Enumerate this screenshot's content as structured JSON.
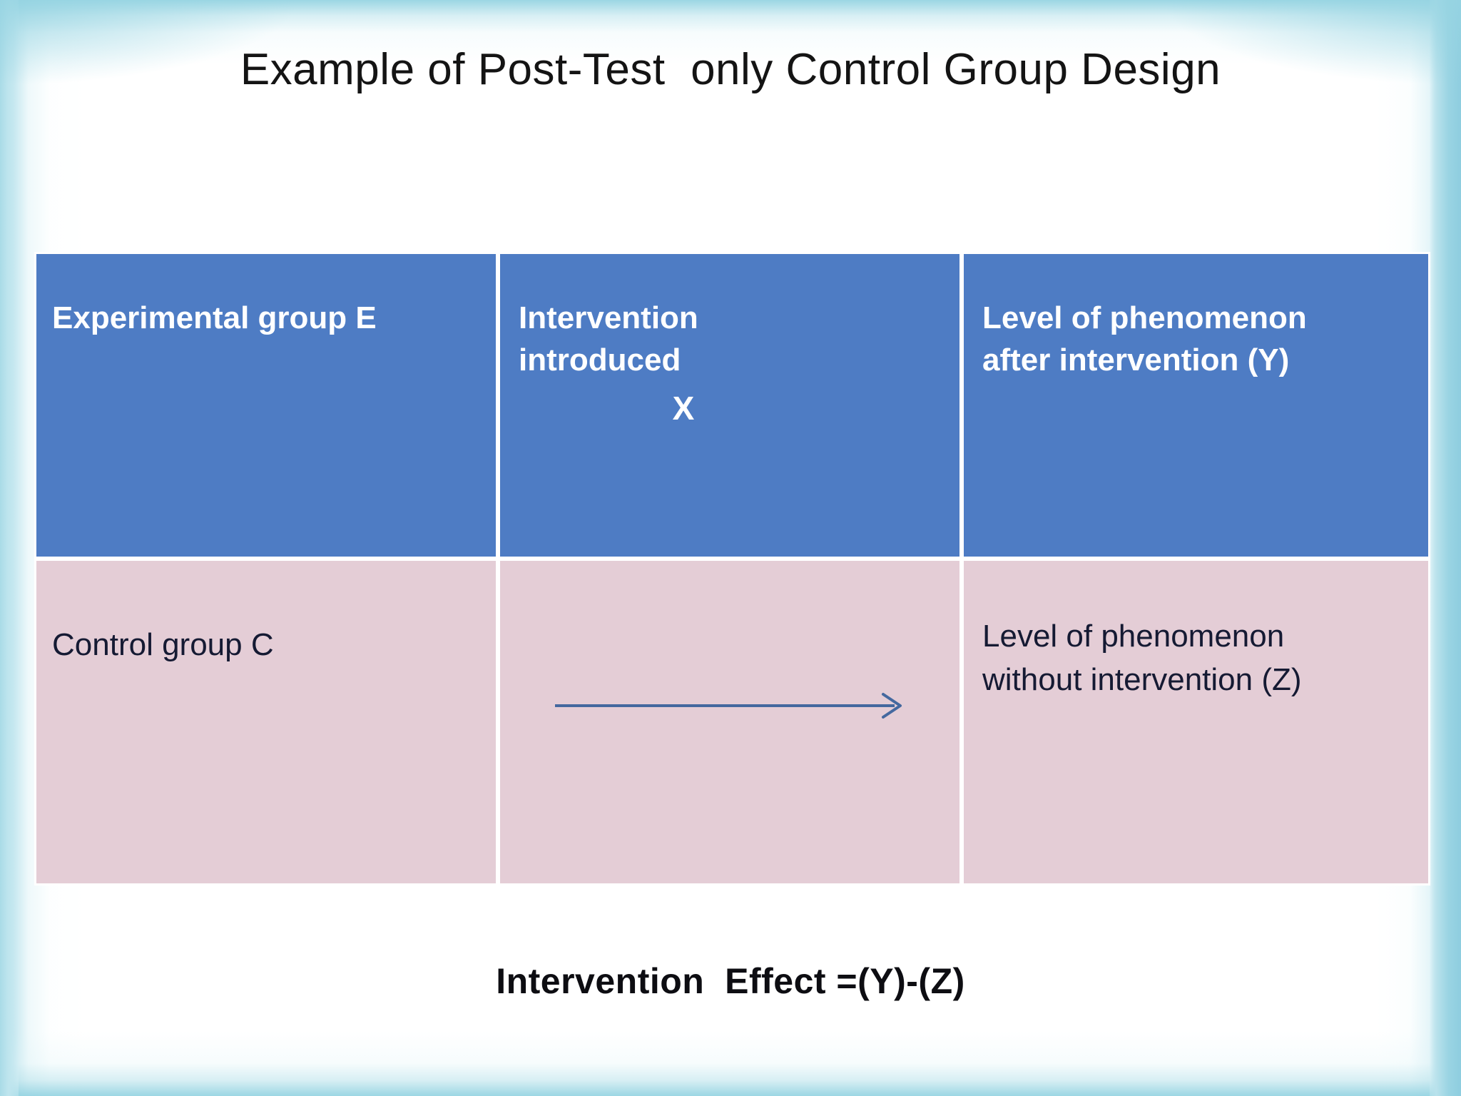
{
  "slide": {
    "title": "Example of Post-Test  only Control Group Design",
    "footer_formula": "Intervention  Effect =(Y)-(Z)"
  },
  "colors": {
    "header_row_fill": "#4e7cc4",
    "body_row_fill": "#e4cdd6",
    "header_text": "#ffffff",
    "body_text": "#151a33",
    "arrow": "#44689f",
    "border_glow": "#96d4e2",
    "cell_border": "#ffffff"
  },
  "table": {
    "rows": [
      {
        "key": "experimental",
        "group_label": "Experimental group E",
        "intervention_label": "Intervention\nintroduced",
        "intervention_symbol": "X",
        "outcome_label": "Level of phenomenon\nafter intervention (Y)"
      },
      {
        "key": "control",
        "group_label": "Control group C",
        "intervention_label": "",
        "intervention_symbol": "",
        "outcome_label": "Level of phenomenon\nwithout intervention (Z)",
        "arrow_icon": "right-arrow-icon"
      }
    ]
  }
}
